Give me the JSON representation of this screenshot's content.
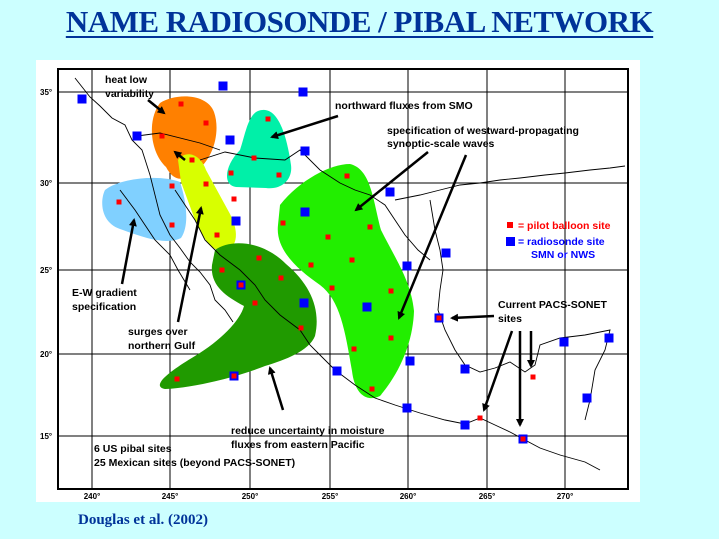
{
  "title": "NAME RADIOSONDE / PIBAL NETWORK",
  "citation": "Douglas et al. (2002)",
  "map": {
    "lon_ticks": [
      "240°",
      "245°",
      "250°",
      "255°",
      "260°",
      "265°",
      "270°"
    ],
    "lat_ticks": [
      "35°",
      "30°",
      "25°",
      "20°",
      "15°"
    ],
    "annotations": {
      "heat_low_1": "heat low",
      "heat_low_2": "variability",
      "northward": "northward fluxes from SMO",
      "spec_1": "specification of westward-propagating",
      "spec_2": "synoptic-scale waves",
      "ew_1": "E-W gradient",
      "ew_2": "specification",
      "surges_1": "surges over",
      "surges_2": "northern Gulf",
      "reduce_1": "reduce uncertainty in moisture",
      "reduce_2": "fluxes from eastern Pacific",
      "pacs_1": "Current PACS-SONET",
      "pacs_2": "sites",
      "count_1": "6 US pibal sites",
      "count_2": "25 Mexican sites (beyond PACS-SONET)"
    },
    "legend": {
      "pibal": "= pilot balloon site",
      "radiosonde": "= radiosonde site",
      "radiosonde_sub": "SMN or NWS"
    },
    "colors": {
      "pibal": "#ff0000",
      "radiosonde": "#0000ff",
      "heat_low": "#ff8000",
      "smo": "#00f0a8",
      "gulf_surge": "#d8ff00",
      "ew_gradient": "#80d0ff",
      "pacific": "#209a00",
      "synoptic": "#22ee00"
    }
  }
}
